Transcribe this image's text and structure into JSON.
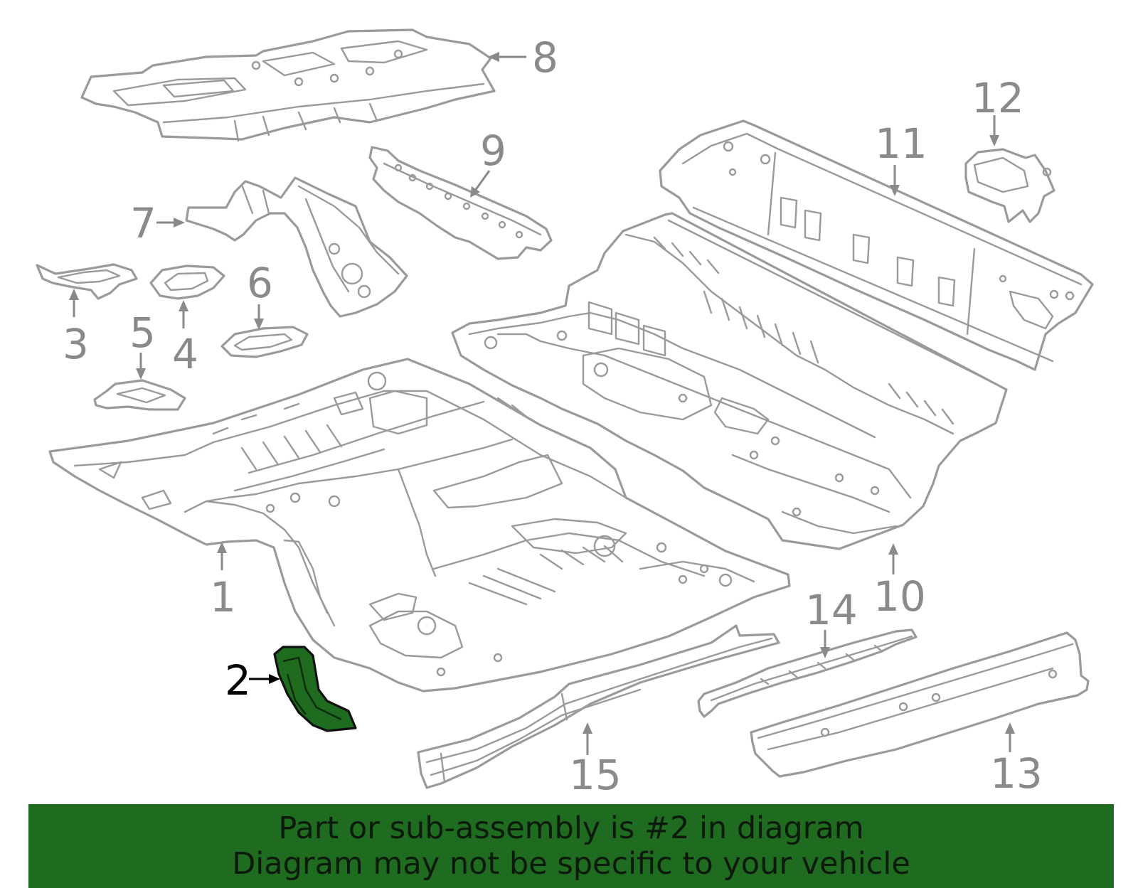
{
  "diagram": {
    "highlighted_part": "2",
    "highlight_color": "#1f6b1f",
    "part_color": "#9a9a9a",
    "callouts": [
      {
        "id": "1",
        "label": "1"
      },
      {
        "id": "2",
        "label": "2"
      },
      {
        "id": "3",
        "label": "3"
      },
      {
        "id": "4",
        "label": "4"
      },
      {
        "id": "5",
        "label": "5"
      },
      {
        "id": "6",
        "label": "6"
      },
      {
        "id": "7",
        "label": "7"
      },
      {
        "id": "8",
        "label": "8"
      },
      {
        "id": "9",
        "label": "9"
      },
      {
        "id": "10",
        "label": "10"
      },
      {
        "id": "11",
        "label": "11"
      },
      {
        "id": "12",
        "label": "12"
      },
      {
        "id": "13",
        "label": "13"
      },
      {
        "id": "14",
        "label": "14"
      },
      {
        "id": "15",
        "label": "15"
      }
    ]
  },
  "banner": {
    "line1": "Part or sub-assembly is #2 in diagram",
    "line2": "Diagram may not be specific to your vehicle",
    "background": "#1f6b1f"
  }
}
